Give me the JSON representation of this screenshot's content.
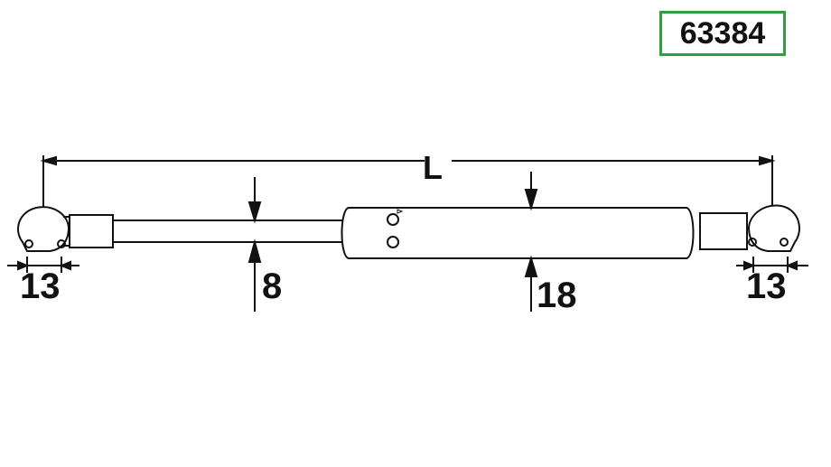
{
  "part_number": "63384",
  "dimensions": {
    "length_label": "L",
    "left_end_size": "13",
    "rod_diameter": "8",
    "cylinder_diameter": "18",
    "right_end_size": "13"
  },
  "colors": {
    "badge_border": "#2e9e3e",
    "line": "#111111"
  }
}
